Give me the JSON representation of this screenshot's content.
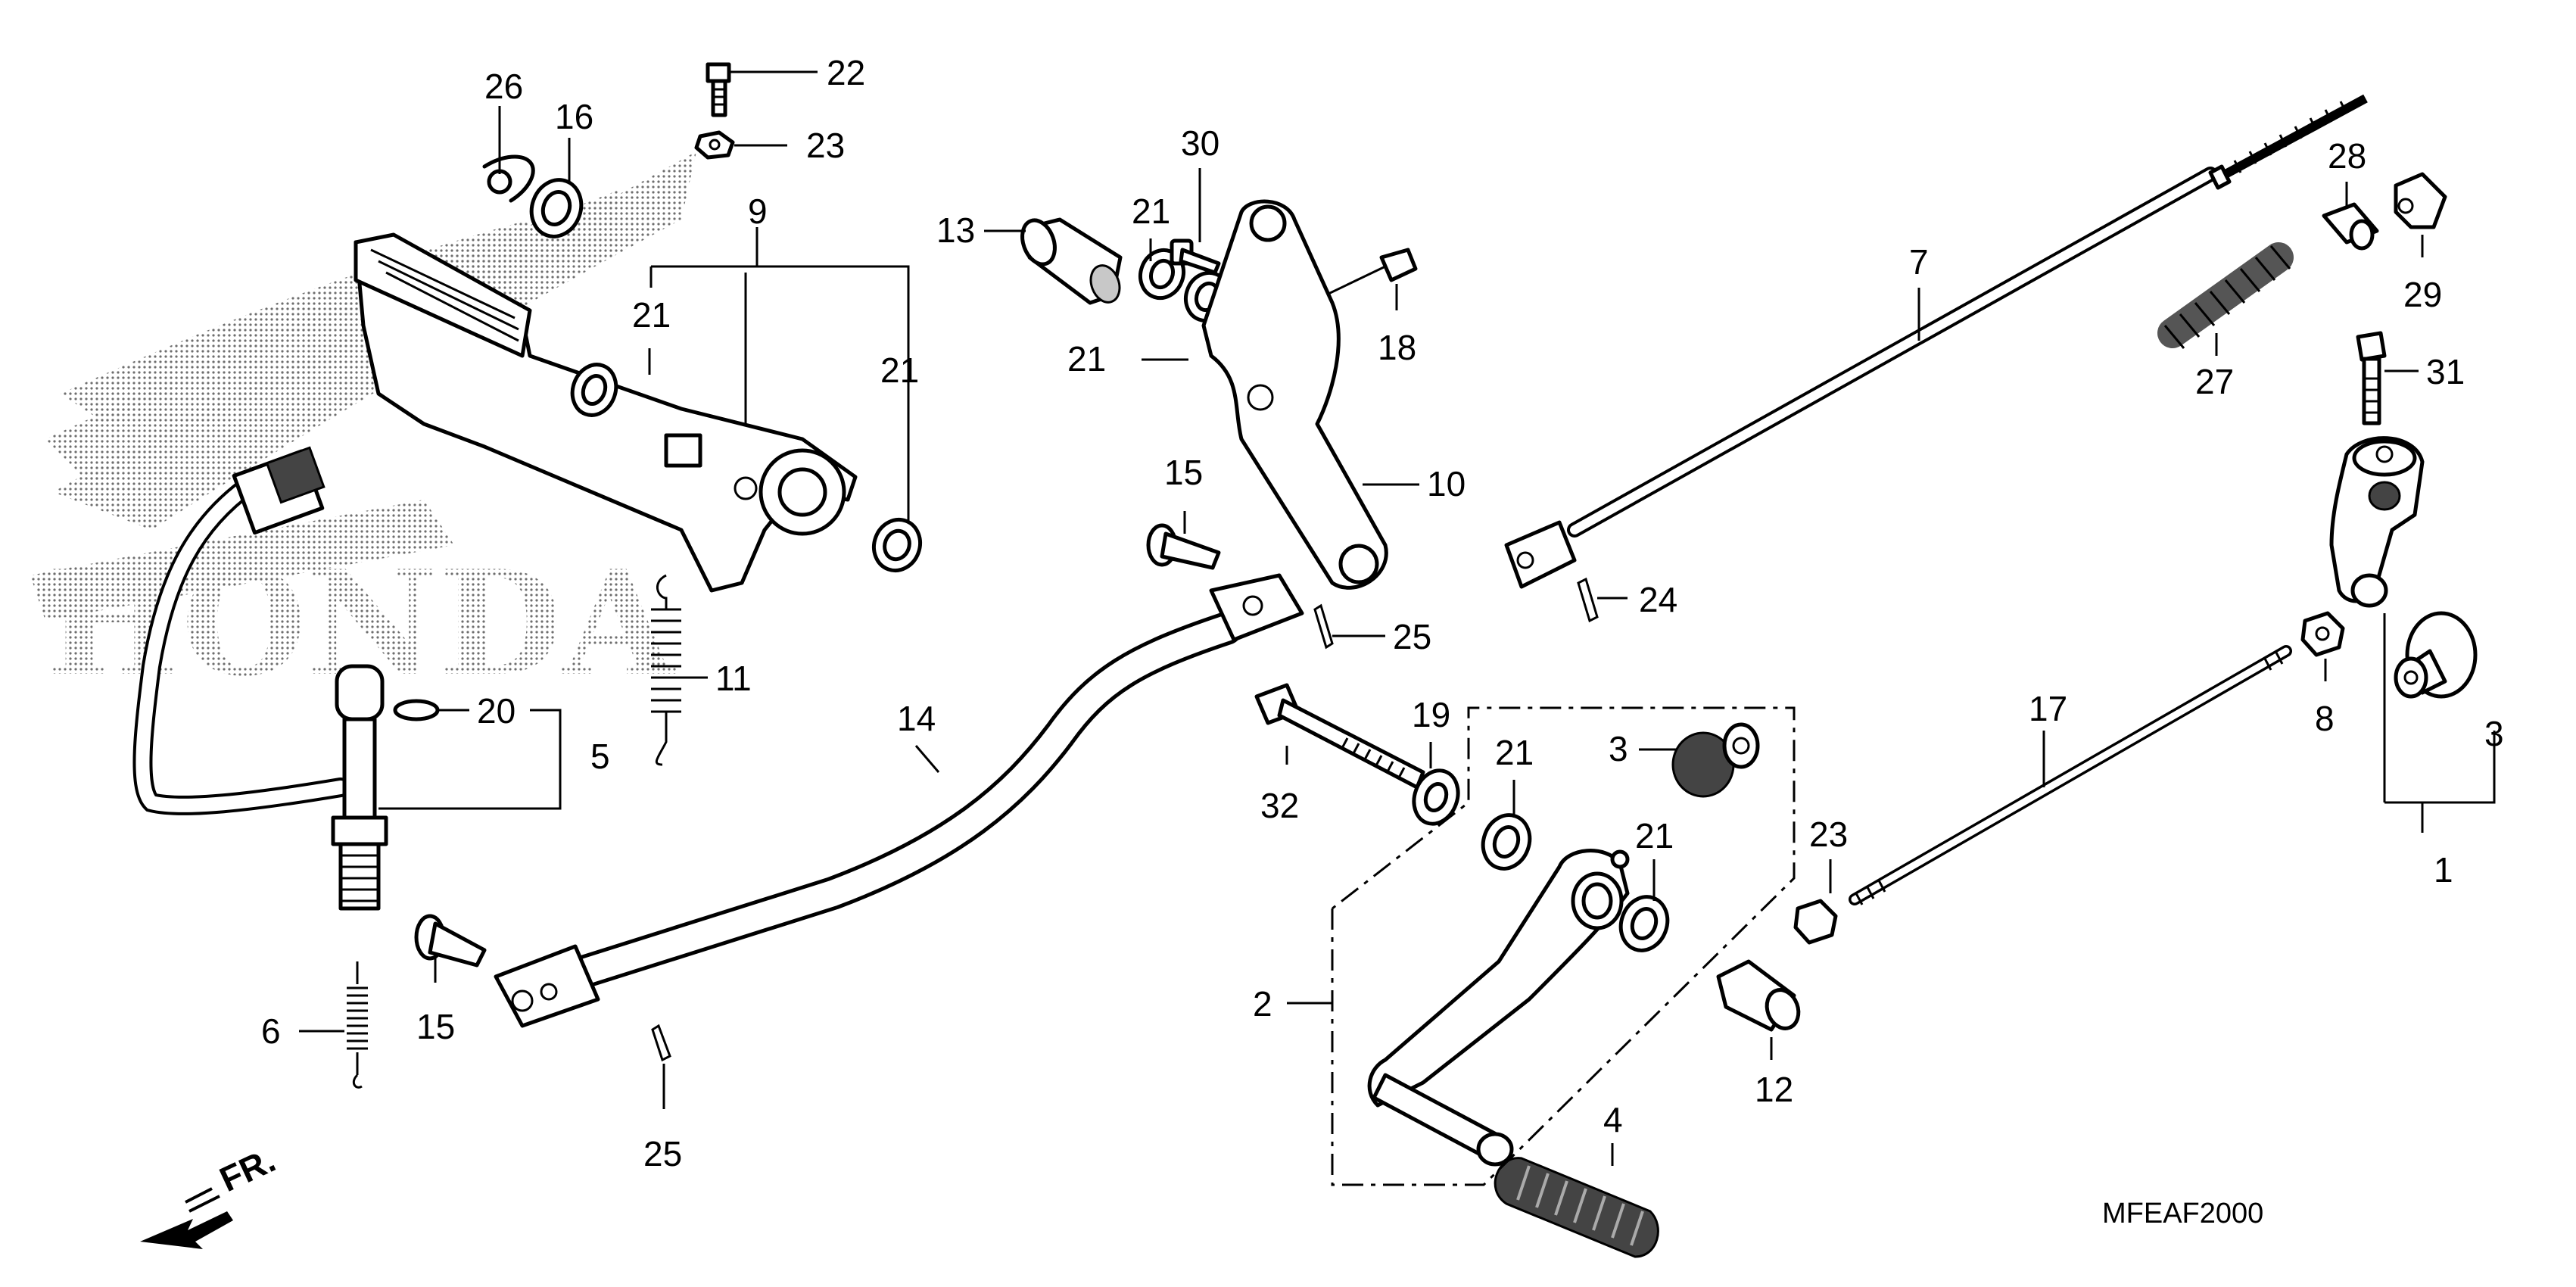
{
  "diagram": {
    "code": "MFEAF2000",
    "watermark_text": "HONDA",
    "front_marker": "FR."
  },
  "callouts": [
    {
      "id": "c26",
      "text": "26"
    },
    {
      "id": "c16",
      "text": "16"
    },
    {
      "id": "c22",
      "text": "22"
    },
    {
      "id": "c23a",
      "text": "23"
    },
    {
      "id": "c9",
      "text": "9"
    },
    {
      "id": "c21a",
      "text": "21"
    },
    {
      "id": "c21b",
      "text": "21"
    },
    {
      "id": "c20",
      "text": "20"
    },
    {
      "id": "c5",
      "text": "5"
    },
    {
      "id": "c11",
      "text": "11"
    },
    {
      "id": "c6",
      "text": "6"
    },
    {
      "id": "c15a",
      "text": "15"
    },
    {
      "id": "c25a",
      "text": "25"
    },
    {
      "id": "c14",
      "text": "14"
    },
    {
      "id": "c13",
      "text": "13"
    },
    {
      "id": "c21c",
      "text": "21"
    },
    {
      "id": "c21d",
      "text": "21"
    },
    {
      "id": "c30",
      "text": "30"
    },
    {
      "id": "c18",
      "text": "18"
    },
    {
      "id": "c10",
      "text": "10"
    },
    {
      "id": "c15b",
      "text": "15"
    },
    {
      "id": "c25b",
      "text": "25"
    },
    {
      "id": "c19",
      "text": "19"
    },
    {
      "id": "c21e",
      "text": "21"
    },
    {
      "id": "c32",
      "text": "32"
    },
    {
      "id": "c3a",
      "text": "3"
    },
    {
      "id": "c21f",
      "text": "21"
    },
    {
      "id": "c2",
      "text": "2"
    },
    {
      "id": "c12",
      "text": "12"
    },
    {
      "id": "c4",
      "text": "4"
    },
    {
      "id": "c7",
      "text": "7"
    },
    {
      "id": "c24",
      "text": "24"
    },
    {
      "id": "c23b",
      "text": "23"
    },
    {
      "id": "c17",
      "text": "17"
    },
    {
      "id": "c28",
      "text": "28"
    },
    {
      "id": "c29",
      "text": "29"
    },
    {
      "id": "c27",
      "text": "27"
    },
    {
      "id": "c31",
      "text": "31"
    },
    {
      "id": "c8",
      "text": "8"
    },
    {
      "id": "c3b",
      "text": "3"
    },
    {
      "id": "c1",
      "text": "1"
    }
  ]
}
